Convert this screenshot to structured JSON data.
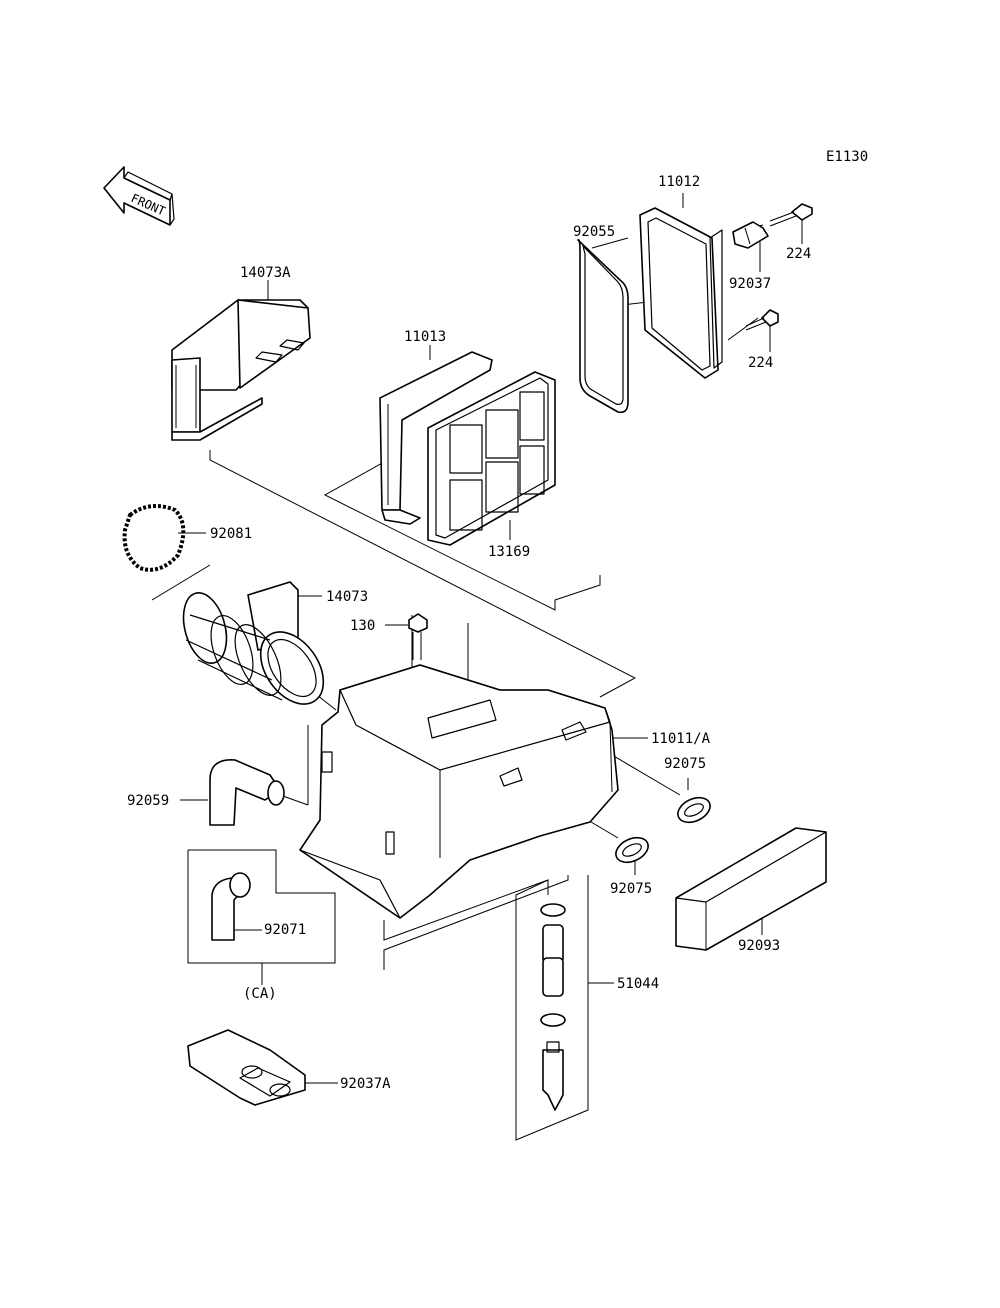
{
  "diagram_code": "E1130",
  "front_arrow": "FRONT",
  "labels": {
    "p11012": "11012",
    "p92055": "92055",
    "p224a": "224",
    "p92037": "92037",
    "p224b": "224",
    "p14073A": "14073A",
    "p11013": "11013",
    "p13169": "13169",
    "p92081": "92081",
    "p14073": "14073",
    "p130": "130",
    "p11011A": "11011/A",
    "p92075a": "92075",
    "p92059": "92059",
    "p92075b": "92075",
    "p92071": "92071",
    "pCA": "(CA)",
    "p92093": "92093",
    "p51044": "51044",
    "p92037A": "92037A"
  }
}
